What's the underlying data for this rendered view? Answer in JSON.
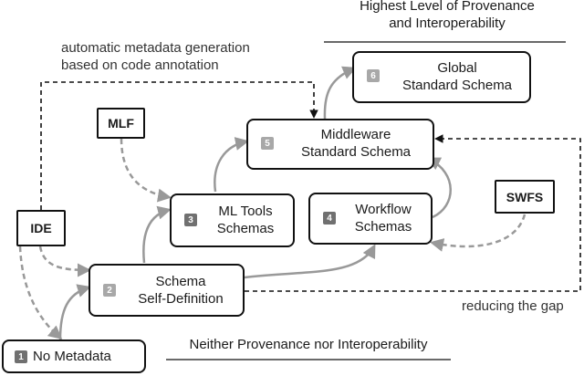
{
  "header": {
    "top_line1": "Highest Level of Provenance",
    "top_line2": "and Interoperability",
    "bottom": "Neither Provenance nor Interoperability"
  },
  "annotations": {
    "auto_line1": "automatic metadata generation",
    "auto_line2": "based on code annotation",
    "gap": "reducing the gap"
  },
  "levels": [
    {
      "num": "1",
      "line1": "No Metadata",
      "line2": ""
    },
    {
      "num": "2",
      "line1": "Schema",
      "line2": "Self-Definition"
    },
    {
      "num": "3",
      "line1": "ML Tools",
      "line2": "Schemas"
    },
    {
      "num": "4",
      "line1": "Workflow",
      "line2": "Schemas"
    },
    {
      "num": "5",
      "line1": "Middleware",
      "line2": "Standard Schema"
    },
    {
      "num": "6",
      "line1": "Global",
      "line2": "Standard Schema"
    }
  ],
  "sources": {
    "mlf": "MLF",
    "ide": "IDE",
    "swfs": "SWFS"
  },
  "colors": {
    "badge_gray": "#a8a8a8",
    "badge_dark": "#707070",
    "arrow_gray": "#999999",
    "line": "#111111"
  }
}
